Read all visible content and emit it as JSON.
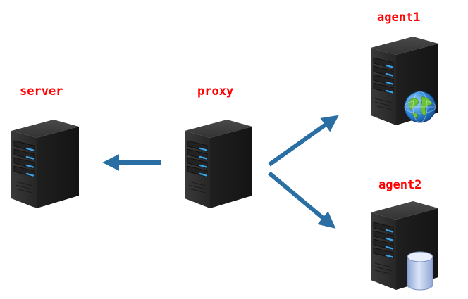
{
  "nodes": {
    "server": {
      "label": "server",
      "icon": "server-icon"
    },
    "proxy": {
      "label": "proxy",
      "icon": "server-icon"
    },
    "agent1": {
      "label": "agent1",
      "icon": "server-icon",
      "badge": "globe-icon"
    },
    "agent2": {
      "label": "agent2",
      "icon": "server-icon",
      "badge": "database-icon"
    }
  },
  "edges": [
    {
      "from": "proxy",
      "to": "server"
    },
    {
      "from": "proxy",
      "to": "agent1"
    },
    {
      "from": "proxy",
      "to": "agent2"
    }
  ],
  "colors": {
    "label": "#ff0000",
    "arrow": "#2a6fa3",
    "server_body": "#2b2b2b",
    "server_side": "#1a1a1a",
    "drive_light": "#3aa0e8"
  }
}
